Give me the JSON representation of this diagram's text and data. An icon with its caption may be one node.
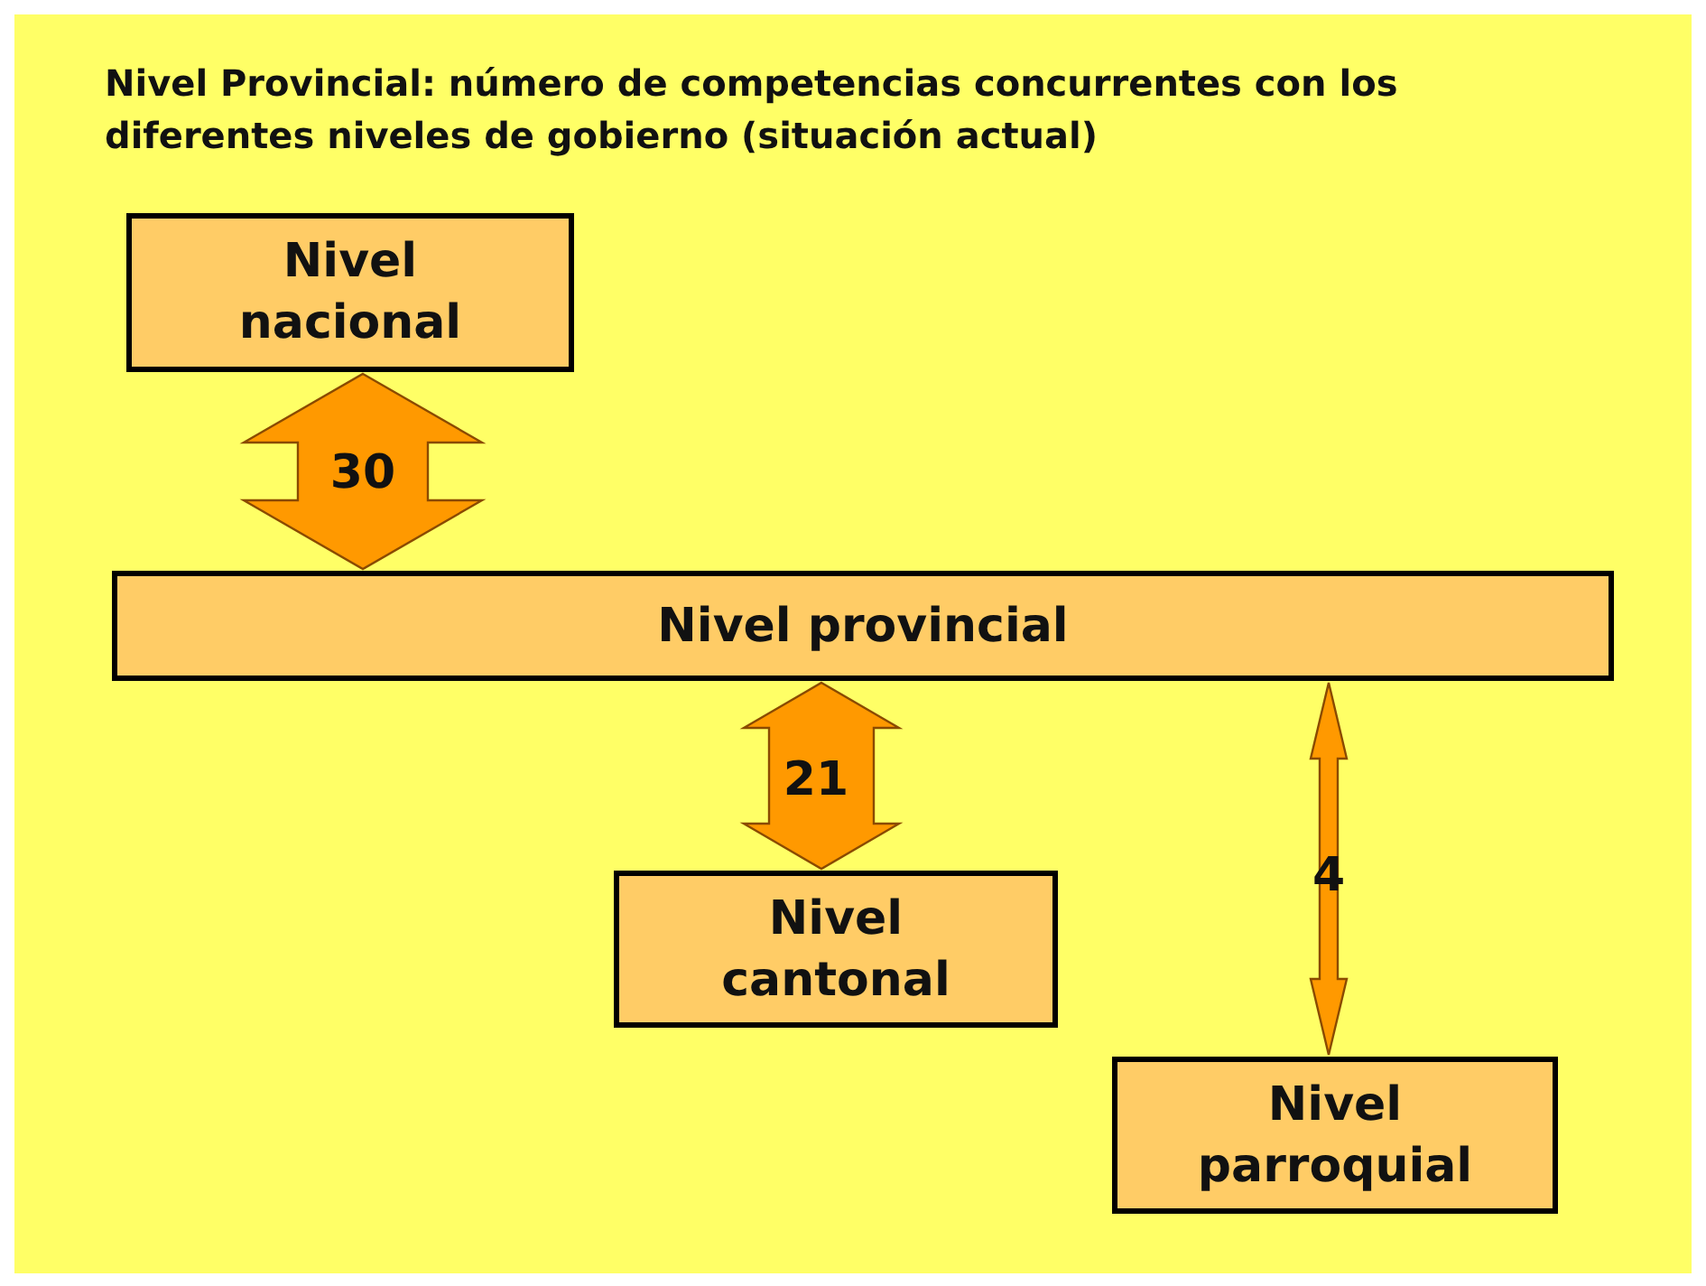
{
  "diagram": {
    "title": "Nivel Provincial: número de competencias concurrentes con los diferentes niveles de gobierno (situación actual)",
    "nodes": [
      {
        "text": [
          "Nivel nacional"
        ]
      },
      {
        "text": [
          "Nivel provincial"
        ]
      },
      {
        "text": [
          "Nivel cantonal"
        ]
      },
      {
        "text": [
          "Nivel parroquial"
        ]
      }
    ],
    "edges": [
      {
        "from": 0,
        "to": 1,
        "arrow": "both",
        "label": "30"
      },
      {
        "from": 1,
        "to": 2,
        "arrow": "both",
        "label": "21"
      },
      {
        "from": 1,
        "to": 3,
        "arrow": "both",
        "label": "4"
      }
    ]
  }
}
